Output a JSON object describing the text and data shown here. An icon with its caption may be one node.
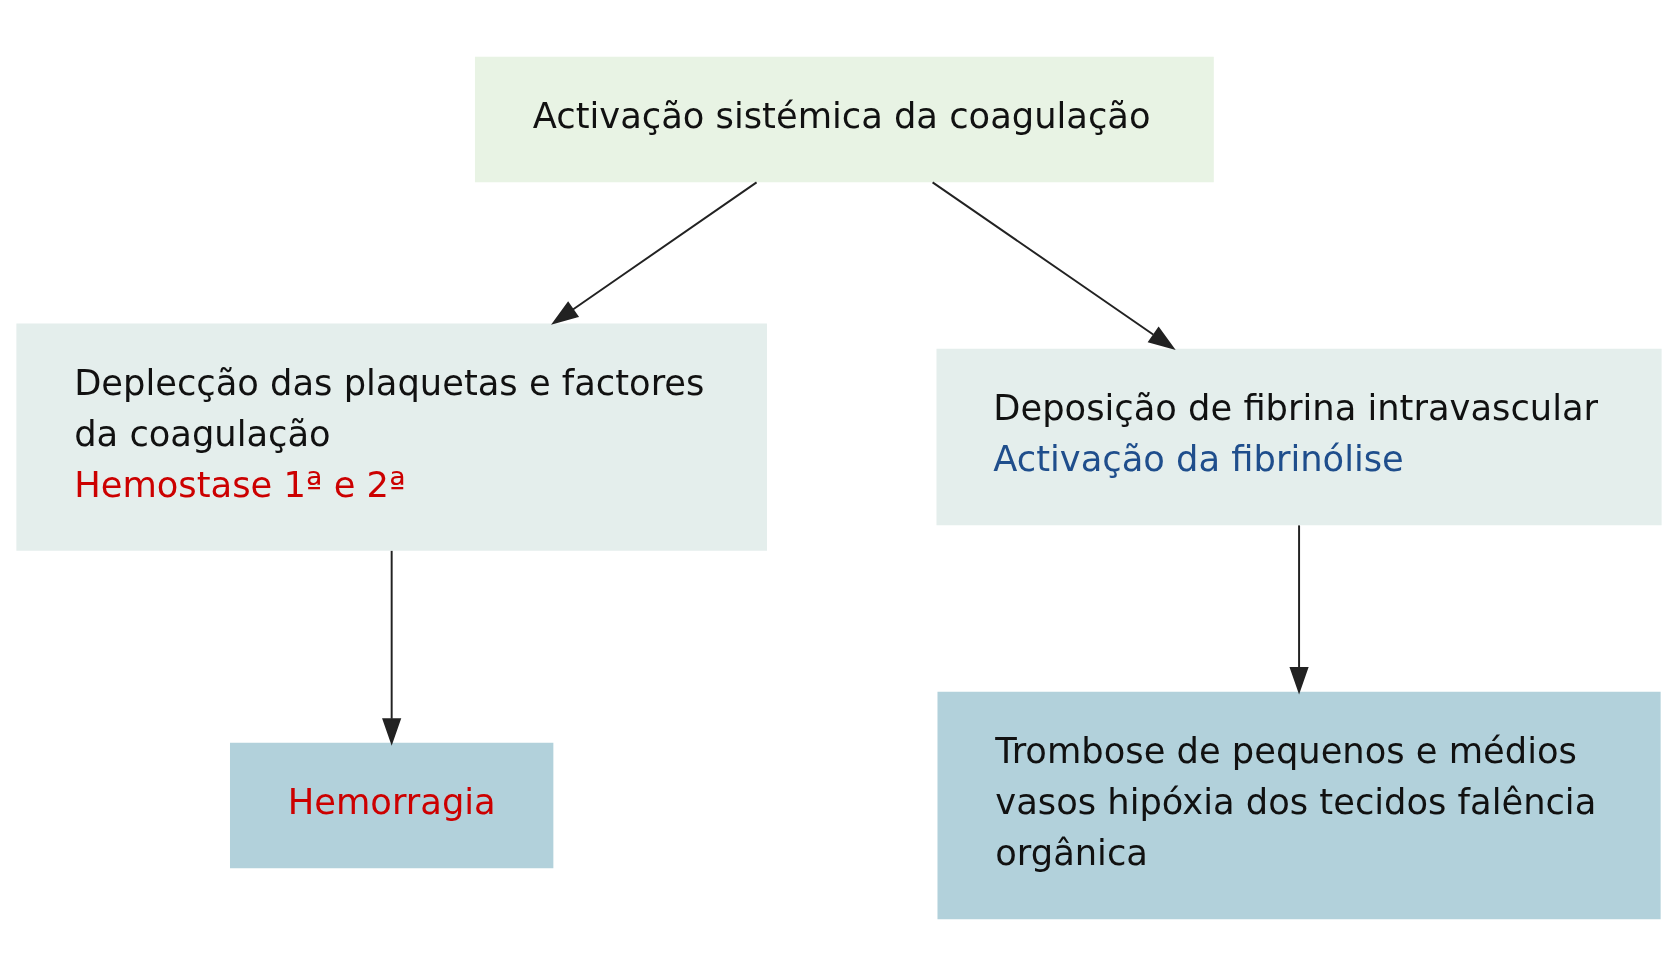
{
  "diagram": {
    "nodes": [
      {
        "text": [
          "Activação sistémica da coagulação"
        ]
      },
      {
        "text": [
          "Deplecção das plaquetas e factores da coagulação",
          "Hemostase 1ª e 2ª"
        ]
      },
      {
        "text": [
          "Deposição de fibrina intravascular",
          "Activação da fibrinólise"
        ]
      },
      {
        "text": [
          "Hemorragia"
        ]
      },
      {
        "text": [
          "Trombose de pequenos e médios vasos hipóxia dos tecidos falência orgânica"
        ]
      }
    ],
    "edges": [
      {
        "from": 0,
        "to": 1,
        "arrow": "to"
      },
      {
        "from": 0,
        "to": 2,
        "arrow": "to"
      },
      {
        "from": 1,
        "to": 3,
        "arrow": "to"
      },
      {
        "from": 2,
        "to": 4,
        "arrow": "to"
      }
    ]
  }
}
